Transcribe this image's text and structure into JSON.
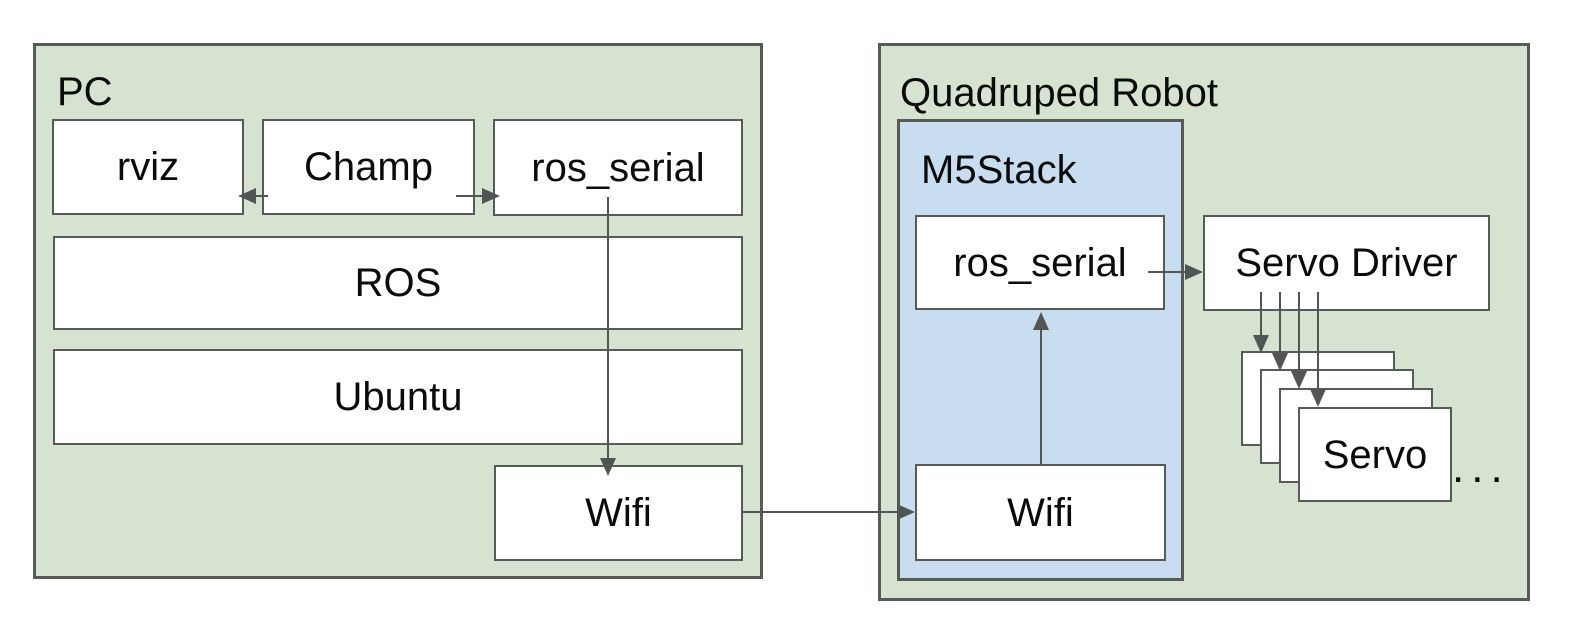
{
  "colors": {
    "group_fill_green": "#d6e3d0",
    "m5stack_fill_blue": "#c9ddf1",
    "box_fill": "#ffffff",
    "border_gray": "#565b58",
    "arrow_gray": "#515554",
    "text": "#0b0b0b"
  },
  "pc": {
    "label": "PC",
    "rviz": "rviz",
    "champ": "Champ",
    "ros_serial": "ros_serial",
    "ros": "ROS",
    "ubuntu": "Ubuntu",
    "wifi": "Wifi"
  },
  "robot": {
    "label": "Quadruped Robot",
    "m5stack_label": "M5Stack",
    "ros_serial": "ros_serial",
    "wifi": "Wifi",
    "servo_driver": "Servo Driver",
    "servo": "Servo",
    "more": "..."
  }
}
